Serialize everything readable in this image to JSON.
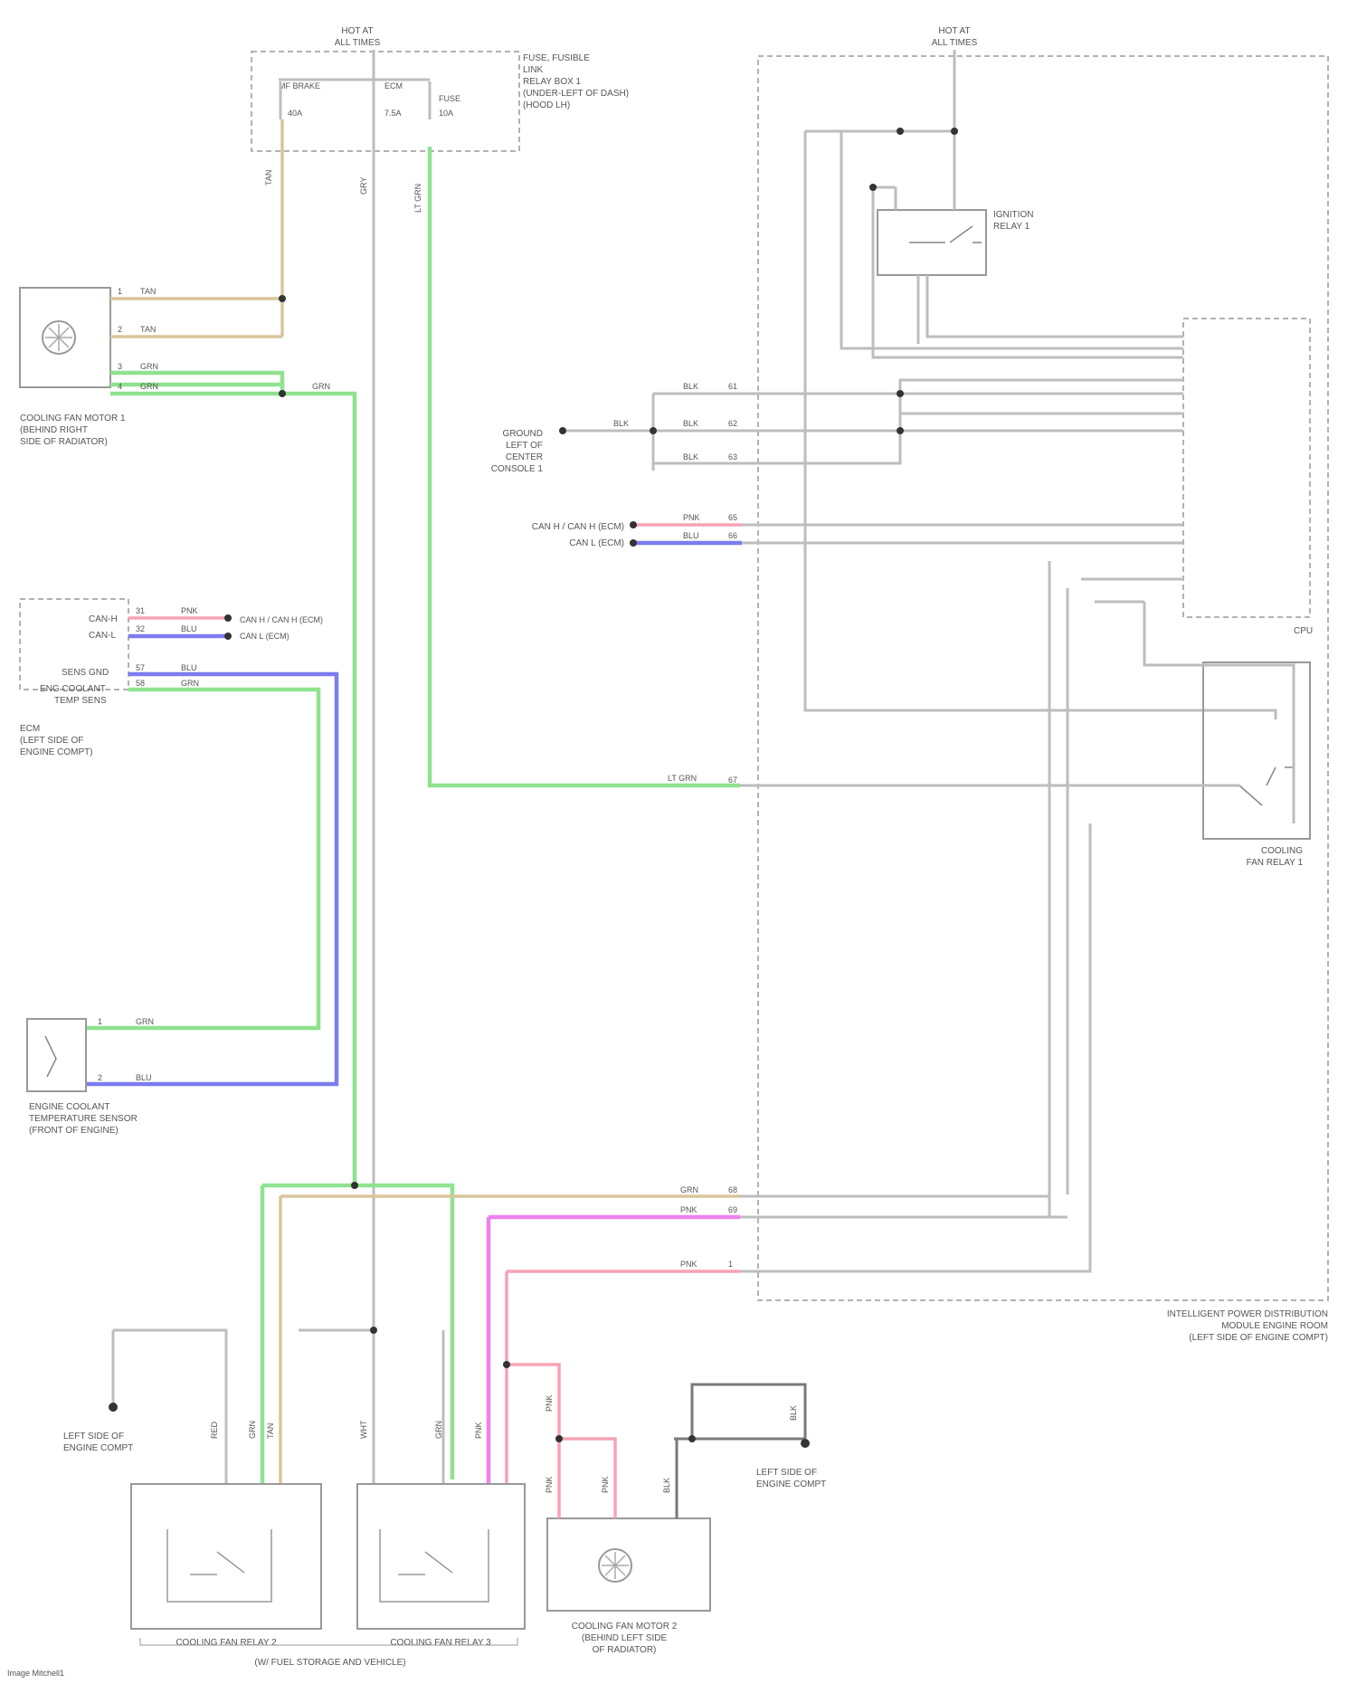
{
  "top_left_supply": {
    "title": "HOT AT",
    "subtitle": "ALL TIMES"
  },
  "top_right_supply": {
    "title": "HOT AT",
    "subtitle": "ALL TIMES"
  },
  "fuse_box_top": {
    "lines": [
      "FUSE, FUSIBLE",
      "LINK",
      "RELAY BOX 1",
      "(UNDER-LEFT OF DASH)",
      "(HOOD LH)"
    ],
    "fuses": [
      {
        "name": "MF BRAKE",
        "amp": "40A"
      },
      {
        "name": "ECM",
        "amp": "7.5A"
      },
      {
        "name": "FUSE",
        "amp": "10A"
      }
    ]
  },
  "connectors": {
    "pin1": "1",
    "pin2": "2",
    "pin3": "3",
    "pin4": "4",
    "pin31": "31",
    "pin32": "32",
    "pin57": "57",
    "pin58": "58",
    "pin61": "61",
    "pin62": "62",
    "pin63": "63",
    "pin65": "65",
    "pin66": "66",
    "pin67": "67",
    "pin68": "68",
    "pin69": "69"
  },
  "wire_labels": {
    "tan": "TAN",
    "grn": "GRN",
    "blu": "BLU",
    "pnk": "PNK",
    "red": "RED",
    "lt_grn": "LT GRN",
    "wht": "WHT",
    "blk": "BLK",
    "gry": "GRY"
  },
  "components": {
    "cooling_fan_motor": [
      "COOLING FAN MOTOR 1",
      "(BEHIND RIGHT",
      "SIDE OF RADIATOR)"
    ],
    "ecm": [
      "ECM",
      "(LEFT SIDE OF",
      "ENGINE COMPT)"
    ],
    "ecm_pins": [
      "CAN-H",
      "CAN-L",
      "SENS GND",
      "ENG COOLANT",
      "TEMP SENS"
    ],
    "ect_sensor": [
      "ENGINE COOLANT",
      "TEMPERATURE SENSOR",
      "(FRONT OF ENGINE)"
    ],
    "ipdm": [
      "INTELLIGENT POWER DISTRIBUTION",
      "MODULE ENGINE ROOM",
      "(LEFT SIDE OF ENGINE COMPT)"
    ],
    "ignition_relay": [
      "IGNITION",
      "RELAY 1"
    ],
    "cooling_fan_relay": [
      "COOLING",
      "FAN RELAY 1"
    ],
    "cpu": "CPU",
    "ground_top": [
      "GROUND",
      "LEFT OF",
      "CENTER",
      "CONSOLE 1"
    ],
    "can_h": "CAN H / CAN H (ECM)",
    "can_l": "CAN L (ECM)",
    "ground_bottom_left": [
      "LEFT SIDE OF",
      "ENGINE COMPT"
    ],
    "ground_bottom_right": [
      "LEFT SIDE OF",
      "ENGINE COMPT"
    ],
    "relay_block_1": "COOLING FAN RELAY 2",
    "relay_block_2": "COOLING FAN RELAY 3",
    "fan_motor_2": [
      "COOLING FAN MOTOR 2",
      "(BEHIND LEFT SIDE",
      "OF RADIATOR)"
    ],
    "relay_group": "(W/ FUEL STORAGE AND VEHICLE)"
  },
  "footer": "Image Mitchell1"
}
